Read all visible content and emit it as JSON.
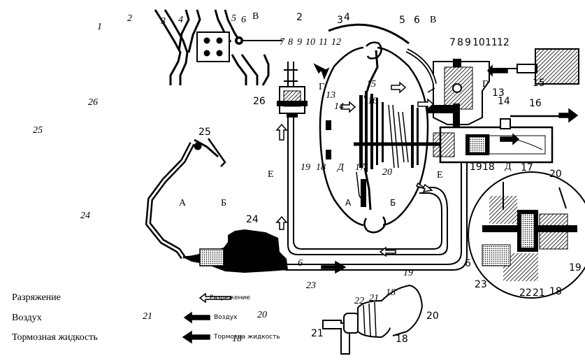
{
  "legend": {
    "vacuum": "Разряжение",
    "air": "Воздух",
    "brake_fluid": "Тормозная жидкость",
    "vacuum_small": "Разрежение",
    "air_small": "Воздух",
    "fluid_small": "Тормозна жидкость"
  },
  "labels": {
    "n1": "1",
    "n2": "2",
    "n3": "3",
    "n4": "4",
    "n5": "5",
    "n6": "6",
    "n7": "7",
    "n8": "8",
    "n9": "9",
    "n10": "10",
    "n11": "11",
    "n12": "12",
    "n13": "13",
    "n14": "14",
    "n15": "15",
    "n16": "16",
    "n17": "17",
    "n18": "18",
    "n19": "19",
    "n20": "20",
    "n21": "21",
    "n22": "22",
    "n23": "23",
    "n24": "24",
    "n25": "25",
    "n26": "26",
    "A": "А",
    "B": "Б",
    "V": "В",
    "G": "Г",
    "D": "Д",
    "E": "Е"
  },
  "colors": {
    "ink": "#000000",
    "paper": "#ffffff",
    "hatch": "#222222"
  }
}
